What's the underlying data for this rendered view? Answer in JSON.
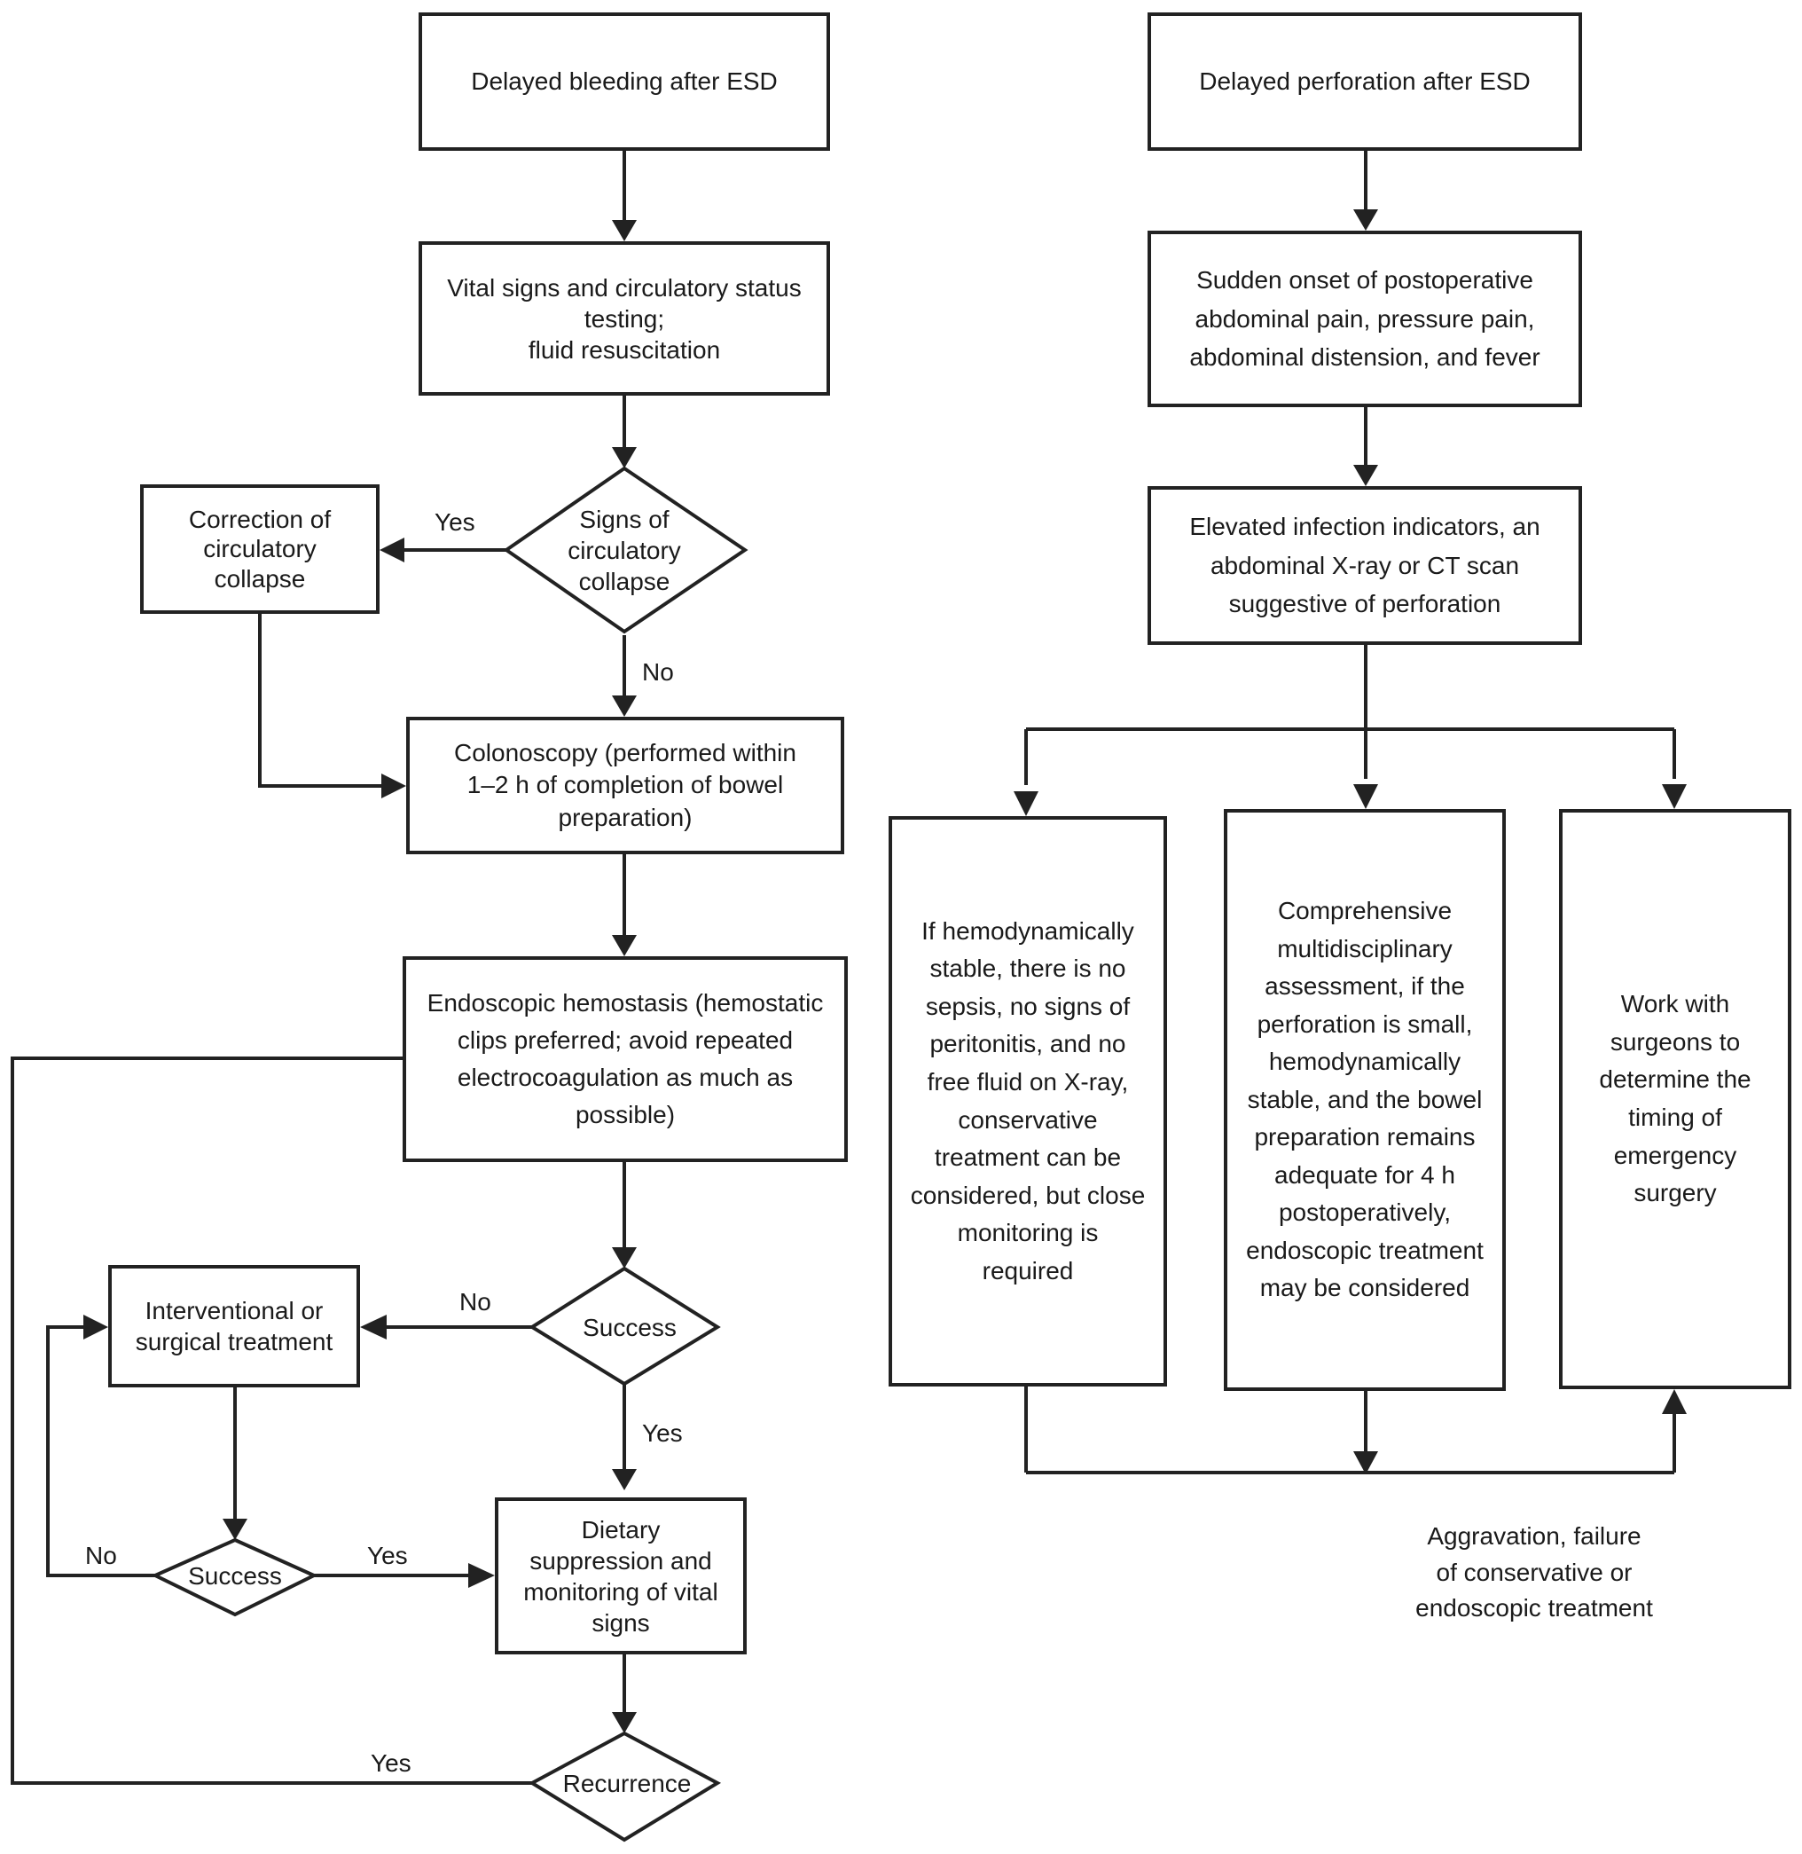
{
  "left": {
    "start": "Delayed bleeding after ESD",
    "vital_signs": "Vital signs and circulatory status\ntesting;\nfluid resuscitation",
    "decision_collapse": "Signs of\ncirculatory\ncollapse",
    "correction": "Correction of\ncirculatory\ncollapse",
    "colonoscopy": "Colonoscopy (performed within\n1–2 h of completion of bowel\npreparation)",
    "hemostasis": "Endoscopic hemostasis (hemostatic\nclips preferred; avoid repeated\nelectrocoagulation as much as\npossible)",
    "decision_success_1": "Success",
    "interventional": "Interventional or\nsurgical treatment",
    "decision_success_2": "Success",
    "dietary": "Dietary\nsuppression and\nmonitoring of vital\nsigns",
    "decision_recurrence": "Recurrence",
    "labels": {
      "yes_collapse": "Yes",
      "no_collapse": "No",
      "no_success_1": "No",
      "yes_success_1": "Yes",
      "no_success_2": "No",
      "yes_success_2": "Yes",
      "yes_recurrence": "Yes"
    }
  },
  "right": {
    "start": "Delayed perforation after ESD",
    "symptoms": "Sudden onset of postoperative\nabdominal pain, pressure pain,\nabdominal distension, and fever",
    "indicators": "Elevated infection indicators, an\nabdominal X-ray or CT scan\nsuggestive of perforation",
    "option_conservative": "If hemodynamically\nstable, there is no\nsepsis, no signs of\nperitonitis, and no\nfree fluid on X-ray,\nconservative\ntreatment can be\nconsidered, but close\nmonitoring is\nrequired",
    "option_endoscopic": "Comprehensive\nmultidisciplinary\nassessment, if the\nperforation is small,\nhemodynamically\nstable, and the bowel\npreparation remains\nadequate for 4 h\npostoperatively,\nendoscopic treatment\nmay be considered",
    "option_surgery": "Work with\nsurgeons to\ndetermine the\ntiming of\nemergency\nsurgery",
    "aggravation_note": "Aggravation, failure\nof conservative or\nendoscopic treatment"
  }
}
